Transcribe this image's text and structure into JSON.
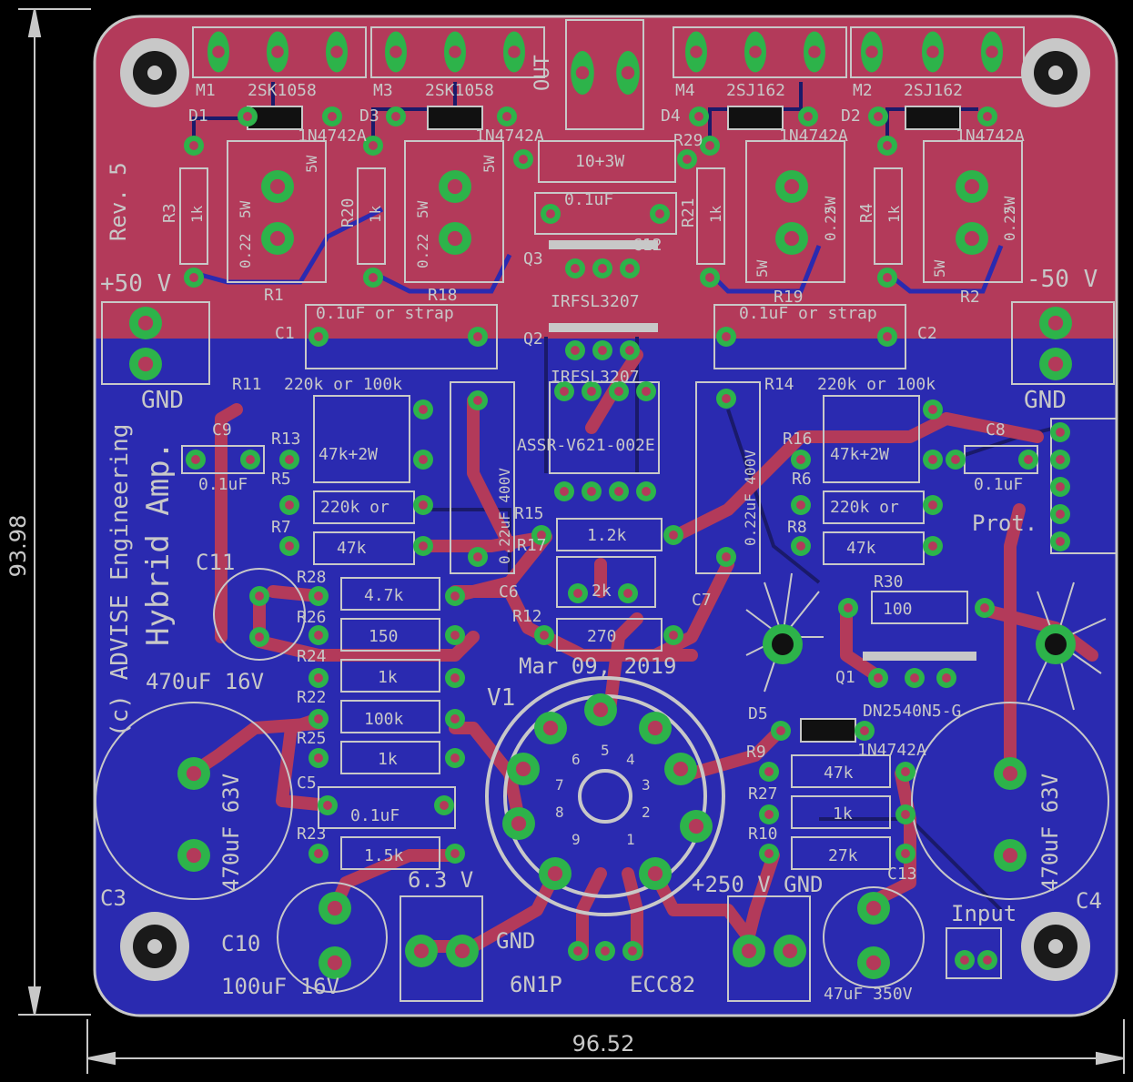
{
  "dimensions": {
    "width": "96.52",
    "height": "93.98"
  },
  "colors": {
    "top_copper": "#b33a5a",
    "bottom_copper": "#2a2ab0",
    "pad": "#2db34a",
    "silk": "#c8c8c8",
    "background": "#000000"
  },
  "board_text": {
    "rev": "Rev. 5",
    "company": "(c) ADVISE Engineering",
    "title": "Hybrid Amp.",
    "date": "Mar 09, 2019",
    "out": "OUT",
    "plus50": "+50 V",
    "minus50": "-50 V",
    "gnd_left": "GND",
    "gnd_right": "GND",
    "prot": "Prot.",
    "input": "Input",
    "heater": "6.3 V",
    "hv": "+250 V GND",
    "gnd_heater": "GND",
    "tube1": "6N1P",
    "tube2": "ECC82",
    "v1": "V1"
  },
  "labels": {
    "m1": "M1",
    "m3": "M3",
    "m4": "M4",
    "m2": "M2",
    "sk1": "2SK1058",
    "sk2": "2SK1058",
    "sj1": "2SJ162",
    "sj2": "2SJ162",
    "d1": "D1",
    "d3": "D3",
    "d4": "D4",
    "d2": "D2",
    "d5": "D5",
    "zd1": "1N4742A",
    "zd2": "1N4742A",
    "zd3": "1N4742A",
    "zd4": "1N4742A",
    "zd5": "1N4742A",
    "r3": "R3",
    "r20": "R20",
    "r21": "R21",
    "r4": "R4",
    "k1a": "1k",
    "k1b": "1k",
    "k1c": "1k",
    "k1d": "1k",
    "r1": "R1",
    "r18": "R18",
    "r19": "R19",
    "r2": "R2",
    "w1": "5W",
    "w2": "5W",
    "w3": "5W",
    "w4": "5W",
    "w5": "5W",
    "w6": "5W",
    "w7": "5W",
    "w8": "5W",
    "o1": "0.22",
    "o2": "0.22",
    "o3": "0.22",
    "o4": "0.22",
    "r29": "R29",
    "r29v": "10+3W",
    "c12": "C12",
    "c12v": "0.1uF",
    "q3": "Q3",
    "q3v": "IRFSL3207",
    "q2": "Q2",
    "q2v": "IRFSL3207",
    "c1": "C1",
    "c2": "C2",
    "c1v": "0.1uF or strap",
    "c2v": "0.1uF or strap",
    "r11": "R11",
    "r11v": "220k or 100k",
    "r14": "R14",
    "r14v": "220k or 100k",
    "ssr": "ASSR-V621-002E",
    "c9": "C9",
    "c9v": "0.1uF",
    "c8": "C8",
    "c8v": "0.1uF",
    "r13": "R13",
    "r5": "R5",
    "r5v": "47k+2W",
    "r16": "R16",
    "r6": "R6",
    "r6v": "47k+2W",
    "r220a": "220k or",
    "r220b": "220k or",
    "r7": "R7",
    "r7v": "47k",
    "r8": "R8",
    "r8v": "47k",
    "c6": "C6",
    "c6v": "0.22uF 400V",
    "c7": "C7",
    "c7v": "0.22uF 400V",
    "r15": "R15",
    "r17": "R17",
    "r15v": "1.2k",
    "pot": "2k",
    "c11": "C11",
    "c11v": "470uF 16V",
    "r28": "R28",
    "r28v": "4.7k",
    "r26": "R26",
    "r26v": "150",
    "r24": "R24",
    "r24v": "1k",
    "r22": "R22",
    "r22v": "100k",
    "r25": "R25",
    "r25v": "1k",
    "c5": "C5",
    "c5v": "0.1uF",
    "r23": "R23",
    "r23v": "1.5k",
    "r12": "R12",
    "r12v": "270",
    "r30": "R30",
    "r30v": "100",
    "q1": "Q1",
    "q1v": "DN2540N5-G",
    "r9": "R9",
    "r9v": "47k",
    "r27": "R27",
    "r27v": "1k",
    "r10": "R10",
    "r10v": "27k",
    "c13": "C13",
    "c13v": "47uF 350V",
    "c3": "C3",
    "c3v": "470uF 63V",
    "c4": "C4",
    "c4v": "470uF 63V",
    "c10": "C10",
    "c10v": "100uF 16V",
    "pins": [
      "1",
      "2",
      "3",
      "4",
      "5",
      "6",
      "7",
      "8",
      "9"
    ]
  }
}
